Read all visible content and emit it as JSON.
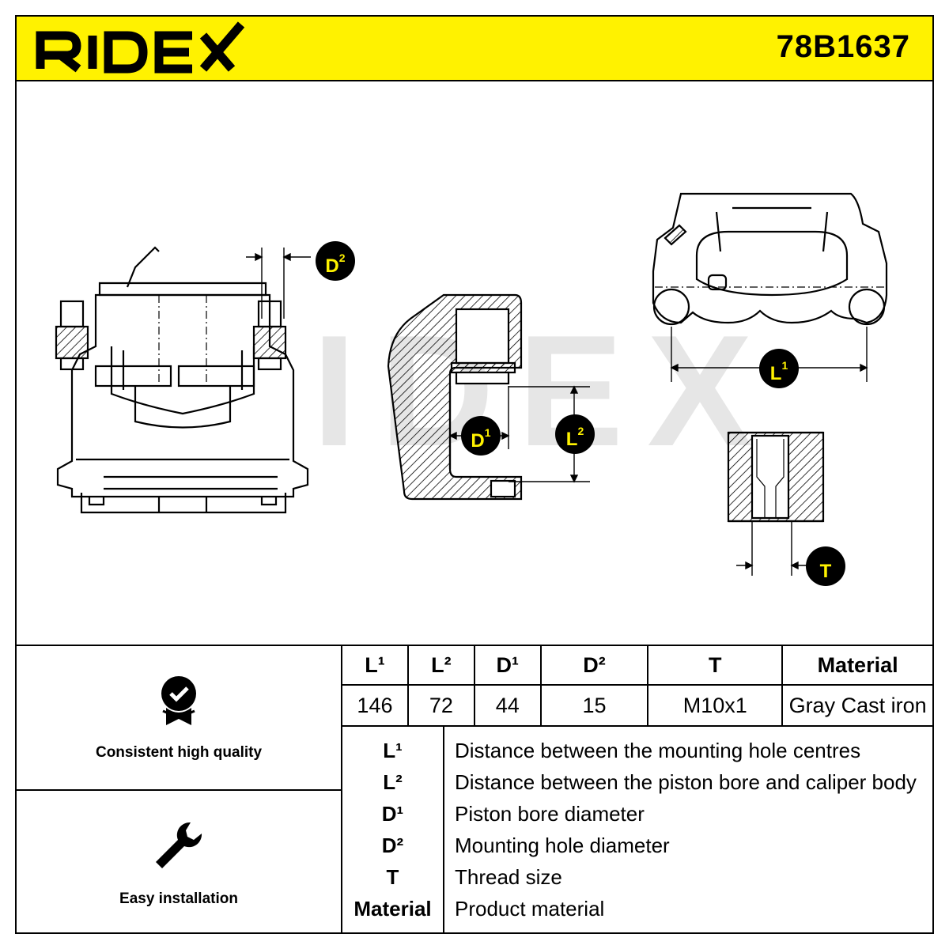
{
  "header": {
    "brand": "RIDEX",
    "part_number": "78B1637",
    "background_color": "#fff200"
  },
  "drawing": {
    "watermark": "RIDEX",
    "labels": {
      "l1": {
        "main": "L",
        "sup": "1"
      },
      "l2": {
        "main": "L",
        "sup": "2"
      },
      "d1": {
        "main": "D",
        "sup": "1"
      },
      "d2": {
        "main": "D",
        "sup": "2"
      },
      "t": {
        "main": "T",
        "sup": ""
      }
    }
  },
  "features": [
    {
      "icon": "quality-badge-icon",
      "label": "Consistent high quality"
    },
    {
      "icon": "wrench-icon",
      "label": "Easy installation"
    }
  ],
  "spec_table": {
    "headers": [
      "L¹",
      "L²",
      "D¹",
      "D²",
      "T",
      "Material"
    ],
    "values": [
      "146",
      "72",
      "44",
      "15",
      "M10x1",
      "Gray Cast iron"
    ]
  },
  "legend": [
    {
      "key": "L¹",
      "description": "Distance between the mounting hole centres"
    },
    {
      "key": "L²",
      "description": "Distance between the piston bore and caliper body"
    },
    {
      "key": "D¹",
      "description": "Piston bore diameter"
    },
    {
      "key": "D²",
      "description": "Mounting hole diameter"
    },
    {
      "key": "T",
      "description": "Thread size"
    },
    {
      "key": "Material",
      "description": "Product material"
    }
  ]
}
